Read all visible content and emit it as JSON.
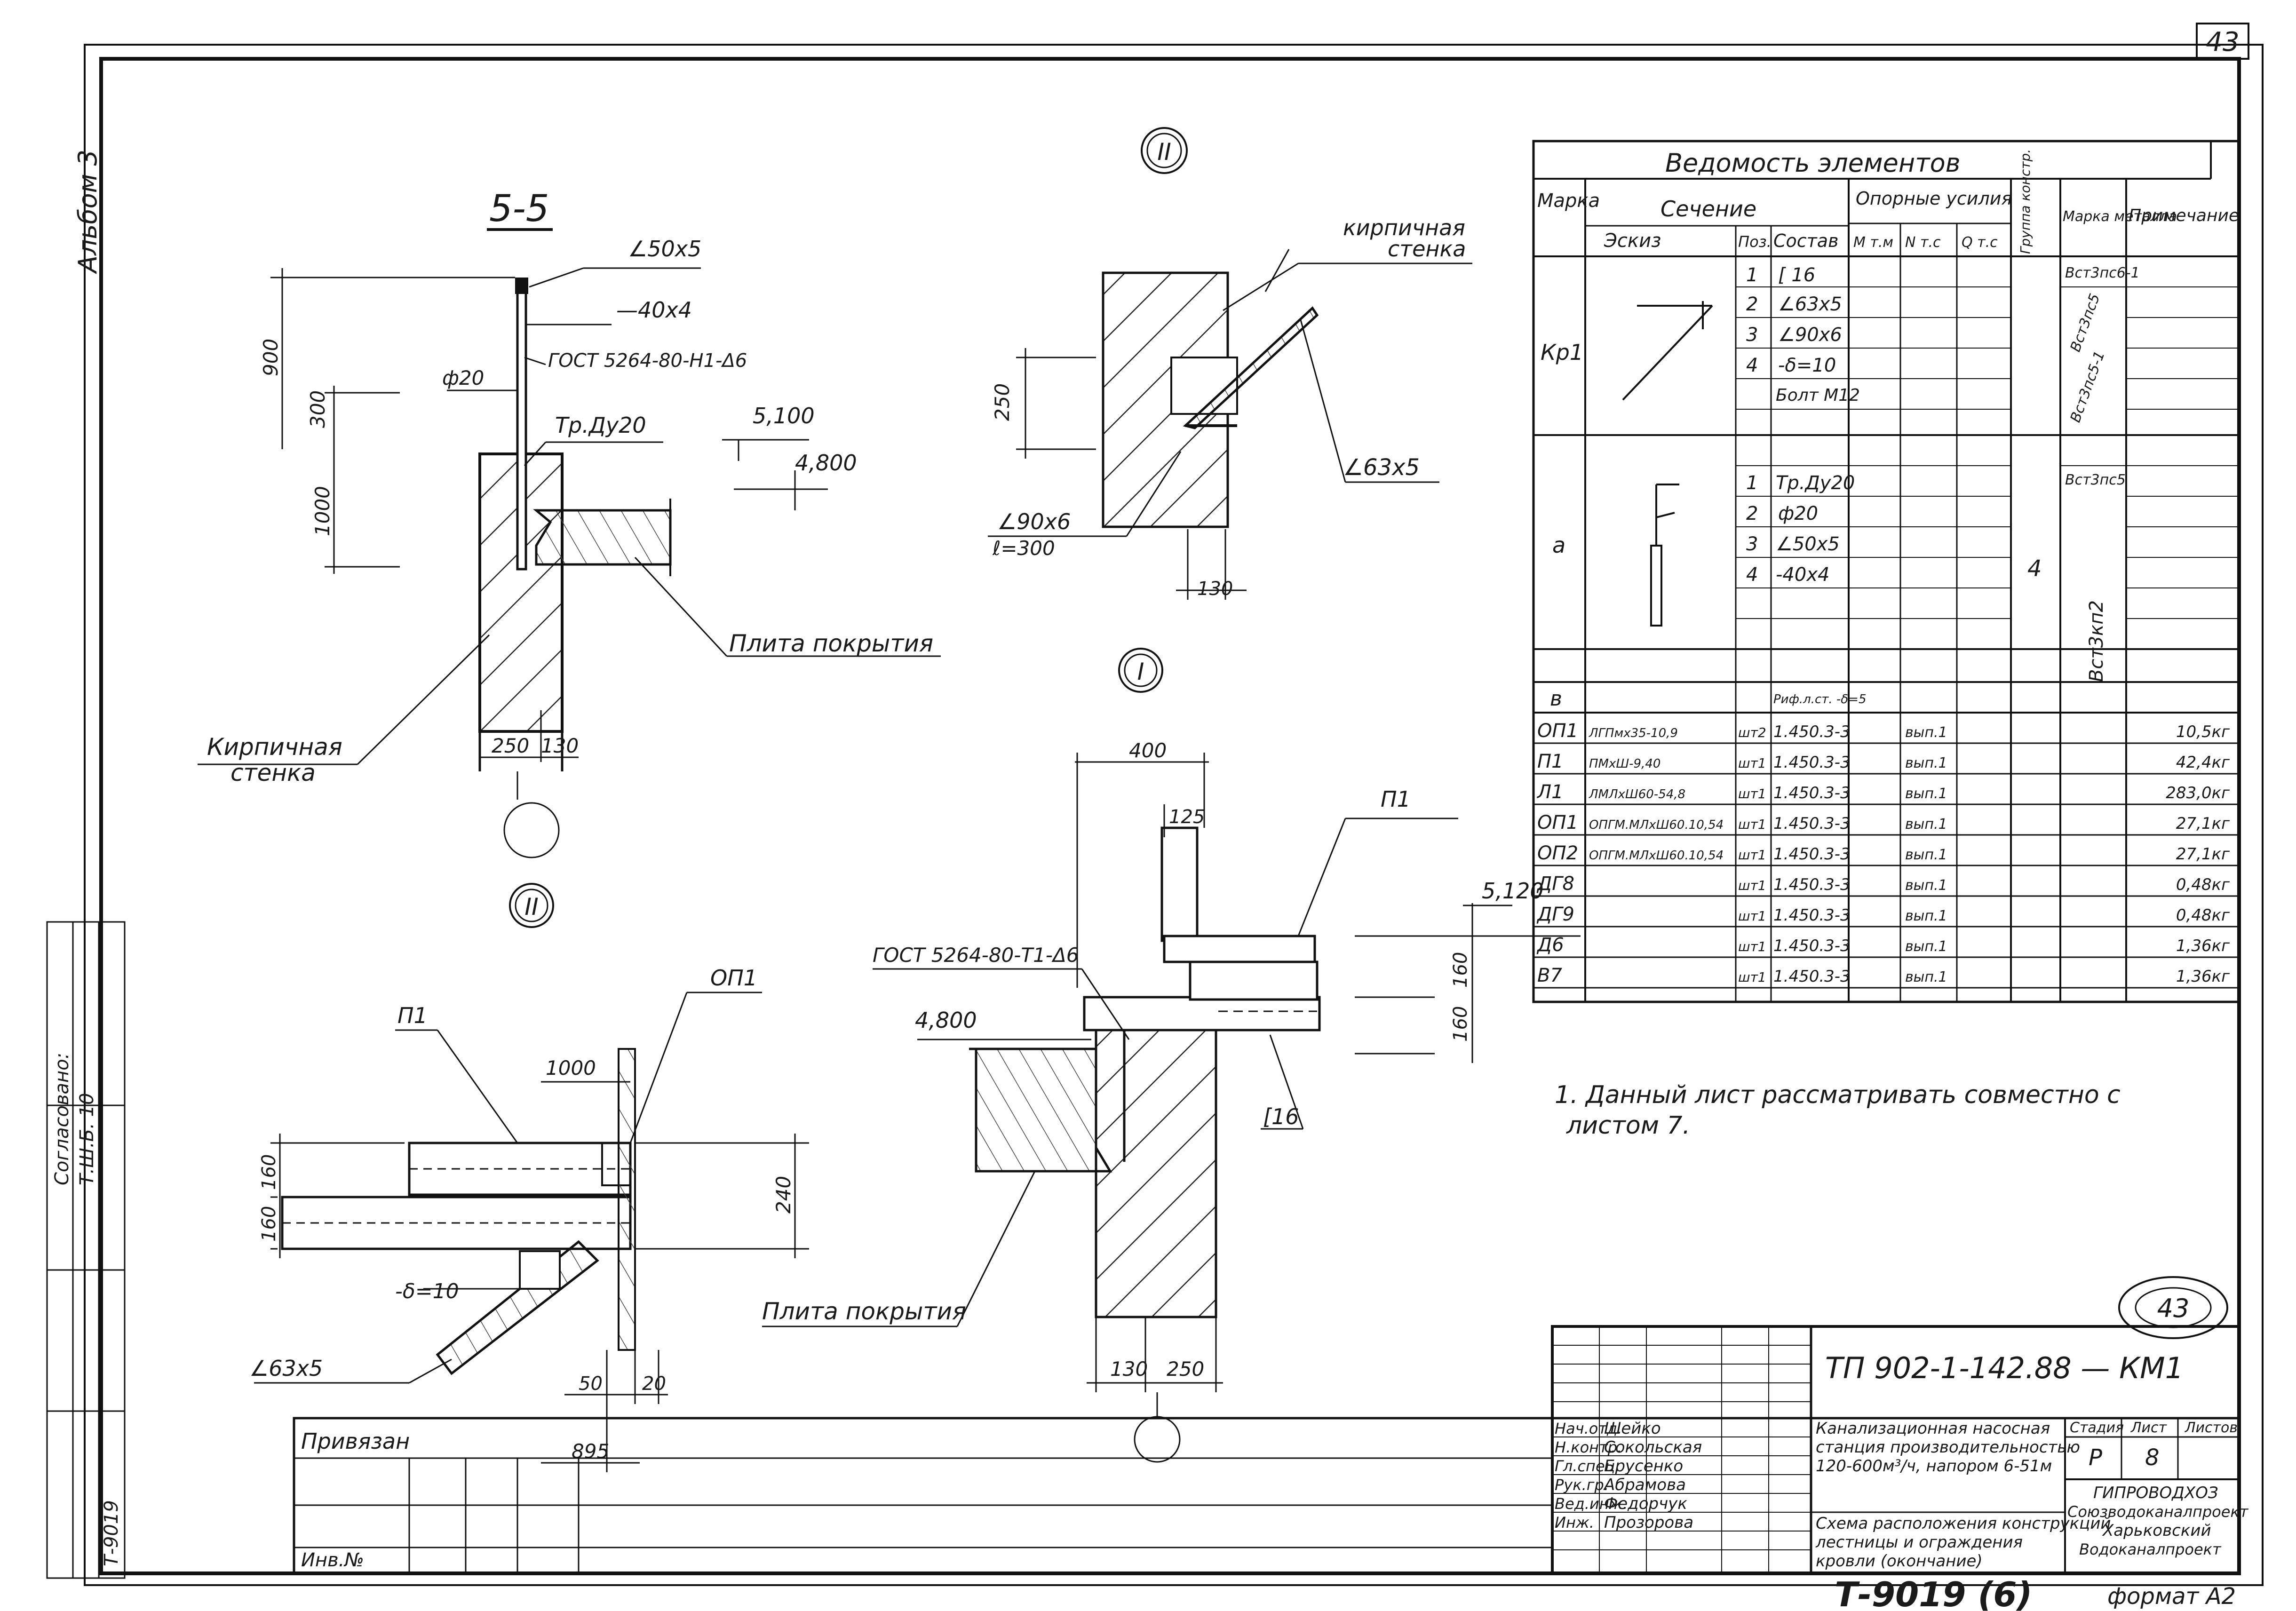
{
  "sheet": {
    "page_number": "43",
    "album": "Альбом 3",
    "format": "формат А2",
    "archive_number": "Т-9019 (6)",
    "stamp": "43"
  },
  "views": {
    "sec55": {
      "title": "5-5",
      "callouts": [
        "∠50x5",
        "—40x4",
        "ГОСТ 5264-80-Н1-Δ6",
        "ф20",
        "Тр.Ду20",
        "5,100",
        "4,800",
        "Плита покрытия",
        "Кирпичная",
        "стенка"
      ],
      "dims": [
        "900",
        "300",
        "1000",
        "250",
        "130"
      ]
    },
    "detII_top": {
      "mark": "II",
      "callouts": [
        "кирпичная",
        "стенка",
        "∠63x5",
        "∠90x6",
        "ℓ=300"
      ],
      "dims": [
        "250",
        "130"
      ]
    },
    "detI": {
      "mark": "I",
      "callouts": [
        "П1",
        "ГОСТ 5264-80-Т1-Δ6",
        "4,800",
        "5,120",
        "[16",
        "Плита покрытия"
      ],
      "dims": [
        "400",
        "125",
        "160",
        "160",
        "130",
        "250"
      ]
    },
    "detII_bottom": {
      "mark": "II",
      "callouts": [
        "П1",
        "ОП1",
        "-δ=10",
        "∠63x5"
      ],
      "dims": [
        "1000",
        "160",
        "160",
        "240",
        "50",
        "20",
        "895"
      ]
    }
  },
  "elements_table": {
    "title": "Ведомость элементов",
    "headers": {
      "mark": "Марка",
      "section": "Сечение",
      "sketch": "Эскиз",
      "pos": "Поз.",
      "composition": "Состав",
      "forces": "Опорные усилия",
      "m": "М т.м",
      "n": "N т.с",
      "q": "Q т.с",
      "group": "Группа констр.",
      "metal": "Марка металла",
      "note": "Примечание"
    },
    "kr1": {
      "mark": "Кр1",
      "rows": [
        {
          "pos": "1",
          "comp": "[ 16"
        },
        {
          "pos": "2",
          "comp": "∠63x5"
        },
        {
          "pos": "3",
          "comp": "∠90x6"
        },
        {
          "pos": "4",
          "comp": "-δ=10"
        },
        {
          "pos": "",
          "comp": "Болт М12"
        }
      ],
      "metals": [
        "Вст3пс6-1",
        "Вст3пс5",
        "Вст3пс5-1"
      ]
    },
    "a": {
      "mark": "а",
      "rows": [
        {
          "pos": "1",
          "comp": "Тр.Ду20"
        },
        {
          "pos": "2",
          "comp": "ф20"
        },
        {
          "pos": "3",
          "comp": "∠50x5"
        },
        {
          "pos": "4",
          "comp": "-40x4"
        }
      ],
      "metal_top": "Вст3пс5",
      "group": "4",
      "metal_merged": "Вст3кп2"
    },
    "b": {
      "mark": "в",
      "comp": "Риф.л.ст. -δ=5"
    },
    "rows": [
      {
        "mark": "ОП1",
        "sketch": "ЛГПмх35-10,9",
        "pos": "шт2",
        "comp": "1.450.3-3",
        "group": "вып.1",
        "note": "10,5кг"
      },
      {
        "mark": "П1",
        "sketch": "ПМхШ-9,40",
        "pos": "шт1",
        "comp": "1.450.3-3",
        "group": "вып.1",
        "note": "42,4кг"
      },
      {
        "mark": "Л1",
        "sketch": "ЛМЛхШ60-54,8",
        "pos": "шт1",
        "comp": "1.450.3-3",
        "group": "вып.1",
        "note": "283,0кг"
      },
      {
        "mark": "ОП1",
        "sketch": "ОПГМ.МЛхШ60.10,54",
        "pos": "шт1",
        "comp": "1.450.3-3",
        "group": "вып.1",
        "note": "27,1кг"
      },
      {
        "mark": "ОП2",
        "sketch": "ОПГМ.МЛхШ60.10,54",
        "pos": "шт1",
        "comp": "1.450.3-3",
        "group": "вып.1",
        "note": "27,1кг"
      },
      {
        "mark": "ДГ8",
        "sketch": "",
        "pos": "шт1",
        "comp": "1.450.3-3",
        "group": "вып.1",
        "note": "0,48кг"
      },
      {
        "mark": "ДГ9",
        "sketch": "",
        "pos": "шт1",
        "comp": "1.450.3-3",
        "group": "вып.1",
        "note": "0,48кг"
      },
      {
        "mark": "Д6",
        "sketch": "",
        "pos": "шт1",
        "comp": "1.450.3-3",
        "group": "вып.1",
        "note": "1,36кг"
      },
      {
        "mark": "В7",
        "sketch": "",
        "pos": "шт1",
        "comp": "1.450.3-3",
        "group": "вып.1",
        "note": "1,36кг"
      }
    ]
  },
  "note": {
    "line1": "1. Данный лист рассматривать совместно с",
    "line2": "листом 7."
  },
  "title_block": {
    "code": "ТП 902-1-142.88 — КМ1",
    "privyazan": "Привязан",
    "inv": "Инв.№",
    "roles": [
      "Нач.отд.",
      "Н.контр.",
      "Гл.спец.",
      "Рук.гр.",
      "Вед.инж.",
      "Инж."
    ],
    "names": [
      "Шейко",
      "Сокольская",
      "Брусенко",
      "Абрамова",
      "Федорчук",
      "Прозорова"
    ],
    "description": [
      "Канализационная насосная",
      "станция производительностью",
      "120-600м³/ч, напором 6-51м",
      "Схема расположения конструкций",
      "лестницы и ограждения",
      "кровли (окончание)"
    ],
    "stage_label": "Стадия",
    "sheet_label": "Лист",
    "sheets_label": "Листов",
    "stage": "Р",
    "sheet_no": "8",
    "org": [
      "ГИПРОВОДХОЗ",
      "Союзводоканалпроект",
      "Харьковский",
      "Водоканалпроект"
    ]
  },
  "side_stamp": [
    "Согласовано:",
    "Т.Ш.Б. 10",
    "Т-9019"
  ]
}
